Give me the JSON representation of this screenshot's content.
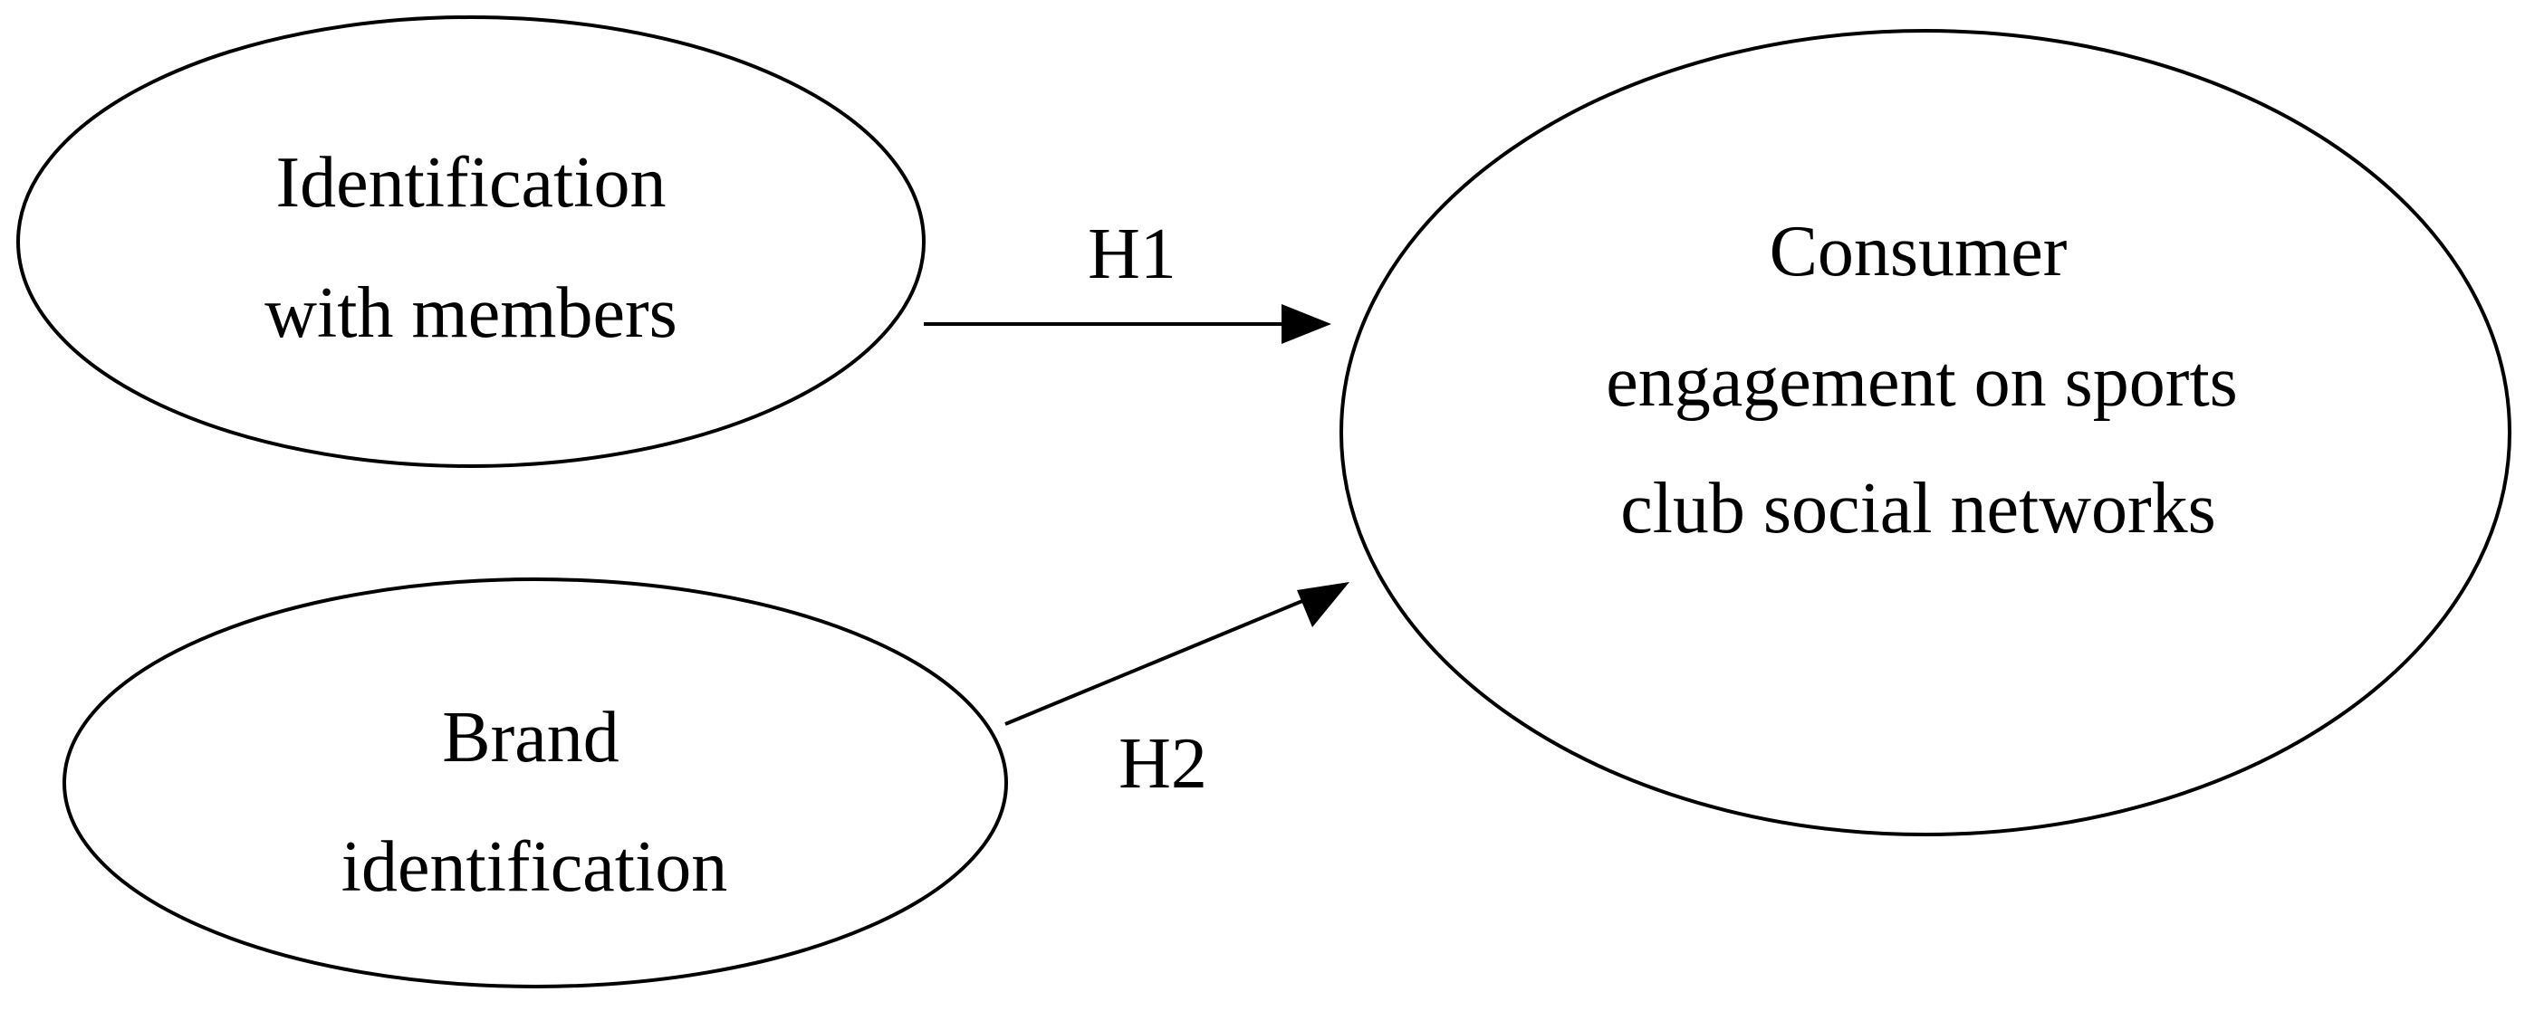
{
  "diagram": {
    "nodes": {
      "identification_members": {
        "line1": "Identification",
        "line2": "with members"
      },
      "brand_identification": {
        "line1": "Brand",
        "line2": "identification"
      },
      "consumer_engagement": {
        "line1": "Consumer",
        "line2": "engagement on sports",
        "line3": "club social networks"
      }
    },
    "edges": {
      "h1": {
        "label": "H1"
      },
      "h2": {
        "label": "H2"
      }
    },
    "colors": {
      "stroke": "#000000",
      "background": "#ffffff"
    }
  }
}
